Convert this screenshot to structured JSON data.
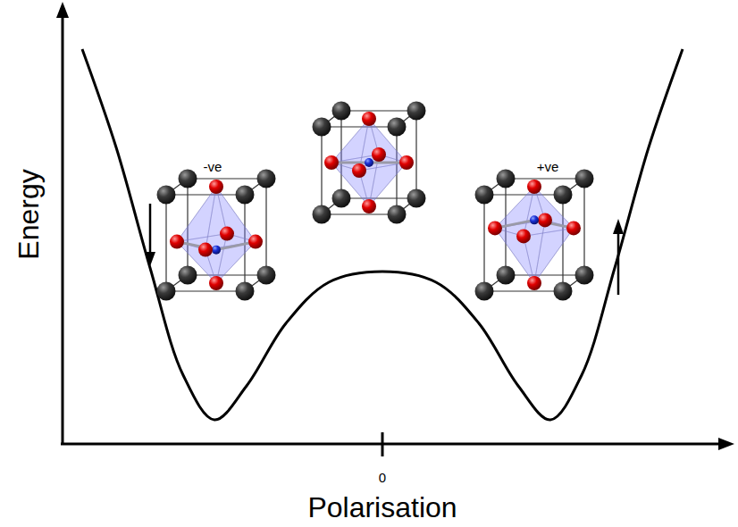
{
  "diagram": {
    "labels": [
      "-ve",
      "+ve",
      "Energy",
      "0",
      "Polarisation"
    ]
  }
}
